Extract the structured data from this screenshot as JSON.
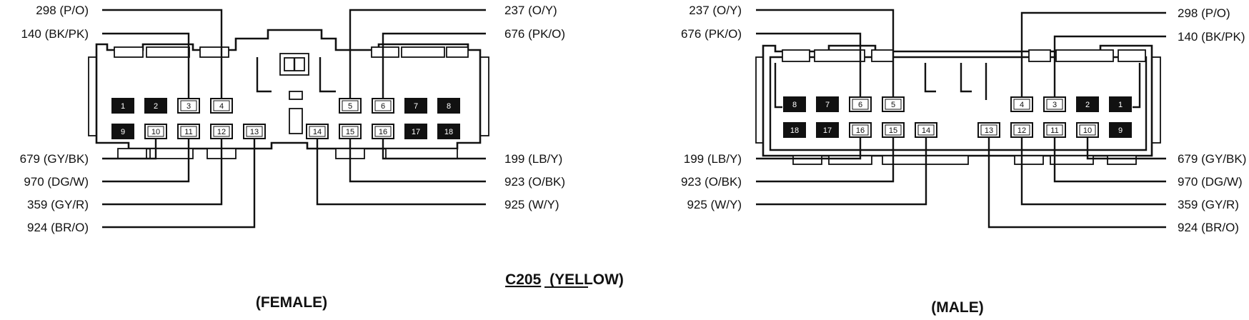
{
  "connector": {
    "code": "C205",
    "color": "(YELLOW)",
    "female_label": "(FEMALE)",
    "male_label": "(MALE)"
  },
  "pins": [
    {
      "n": "1",
      "filled": true
    },
    {
      "n": "2",
      "filled": true
    },
    {
      "n": "3",
      "filled": false
    },
    {
      "n": "4",
      "filled": false
    },
    {
      "n": "5",
      "filled": false
    },
    {
      "n": "6",
      "filled": false
    },
    {
      "n": "7",
      "filled": true
    },
    {
      "n": "8",
      "filled": true
    },
    {
      "n": "9",
      "filled": true
    },
    {
      "n": "10",
      "filled": false
    },
    {
      "n": "11",
      "filled": false
    },
    {
      "n": "12",
      "filled": false
    },
    {
      "n": "13",
      "filled": false
    },
    {
      "n": "14",
      "filled": false
    },
    {
      "n": "15",
      "filled": false
    },
    {
      "n": "16",
      "filled": false
    },
    {
      "n": "17",
      "filled": true
    },
    {
      "n": "18",
      "filled": true
    }
  ],
  "wires": [
    {
      "pin": "3",
      "circuit": "140 (BK/PK)"
    },
    {
      "pin": "4",
      "circuit": "298 (P/O)"
    },
    {
      "pin": "5",
      "circuit": "237 (O/Y)"
    },
    {
      "pin": "6",
      "circuit": "676 (PK/O)"
    },
    {
      "pin": "10",
      "circuit": "679 (GY/BK)"
    },
    {
      "pin": "11",
      "circuit": "970 (DG/W)"
    },
    {
      "pin": "12",
      "circuit": "359 (GY/R)"
    },
    {
      "pin": "13",
      "circuit": "924 (BR/O)"
    },
    {
      "pin": "14",
      "circuit": "925 (W/Y)"
    },
    {
      "pin": "15",
      "circuit": "923 (O/BK)"
    },
    {
      "pin": "16",
      "circuit": "199 (LB/Y)"
    }
  ]
}
